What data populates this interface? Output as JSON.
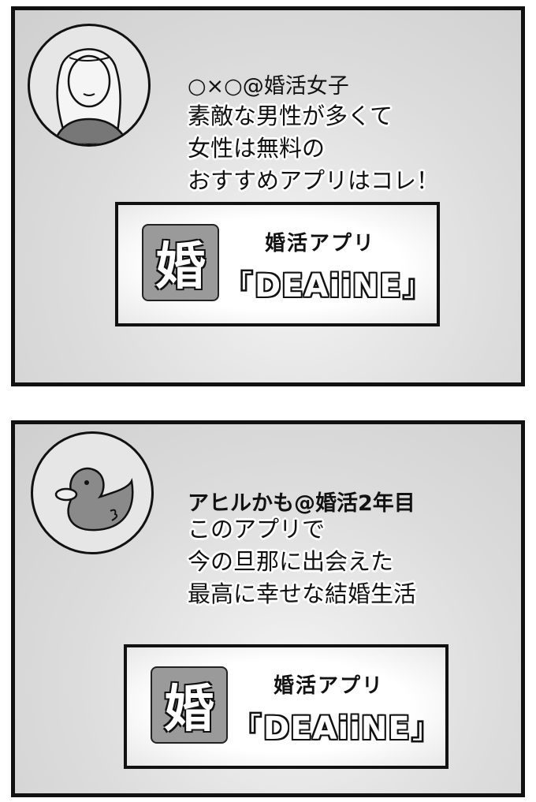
{
  "posts": [
    {
      "avatar": "woman-avatar-icon",
      "name": "○×○@婚活女子",
      "lines": [
        "素敵な男性が多くて",
        "女性は無料の",
        "おすすめアプリはコレ！"
      ],
      "ad": {
        "logo_char": "婚",
        "title": "婚活アプリ",
        "bracket_open": "『",
        "brand": "DEAiiNE",
        "bracket_close": "』"
      }
    },
    {
      "avatar": "duck-avatar-icon",
      "name": "アヒルかも@婚活2年目",
      "lines": [
        "このアプリで",
        "今の旦那に出会えた",
        "最高に幸せな結婚生活"
      ],
      "ad": {
        "logo_char": "婚",
        "title": "婚活アプリ",
        "bracket_open": "『",
        "brand": "DEAiiNE",
        "bracket_close": "』"
      }
    }
  ]
}
